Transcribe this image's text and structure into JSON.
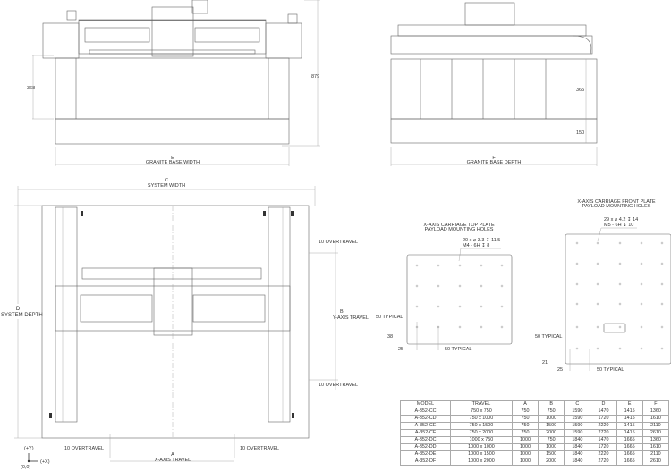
{
  "front_view": {
    "height_base": "368",
    "height_total": "879",
    "dim_letter": "E",
    "dim_label": "GRANITE BASE WIDTH"
  },
  "side_view": {
    "height_top": "365",
    "height_base": "150",
    "dim_letter": "F",
    "dim_label": "GRANITE BASE DEPTH"
  },
  "top_view": {
    "width_letter": "C",
    "width_label": "SYSTEM WIDTH",
    "depth_letter": "D",
    "depth_label": "SYSTEM DEPTH",
    "y_letter": "B",
    "y_label": "Y-AXIS TRAVEL",
    "x_letter": "A",
    "x_label": "X-AXIS TRAVEL",
    "overtravel": "10 OVERTRAVEL",
    "axis_y": "(+Y)",
    "axis_x": "(+X)",
    "origin": "(0,0)"
  },
  "top_plate": {
    "title1": "X-AXIS CARRIAGE TOP PLATE",
    "title2": "PAYLOAD MOUNTING HOLES",
    "spec1": "20 x ⌀ 3.3 ↧ 11.5",
    "spec2": "M4 - 6H ↧ 8",
    "dim_25": "25",
    "dim_38": "38",
    "typical_v": "50 TYPICAL",
    "typical_h": "50 TYPICAL"
  },
  "front_plate": {
    "title1": "X-AXIS CARRIAGE FRONT PLATE",
    "title2": "PAYLOAD MOUNTING HOLES",
    "spec1": "29 x ⌀ 4.2 ↧ 14",
    "spec2": "M5 - 6H ↧ 10",
    "dim_25": "25",
    "dim_21": "21",
    "typical_v": "50 TYPICAL",
    "typical_h": "50 TYPICAL"
  },
  "table": {
    "headers": [
      "MODEL",
      "TRAVEL",
      "A",
      "B",
      "C",
      "D",
      "E",
      "F"
    ],
    "rows": [
      [
        "A-352-CC",
        "750 x 750",
        "750",
        "750",
        "1590",
        "1470",
        "1415",
        "1360"
      ],
      [
        "A-352-CD",
        "750 x 1000",
        "750",
        "1000",
        "1590",
        "1720",
        "1415",
        "1610"
      ],
      [
        "A-352-CE",
        "750 x 1500",
        "750",
        "1500",
        "1590",
        "2220",
        "1415",
        "2110"
      ],
      [
        "A-352-CF",
        "750 x 2000",
        "750",
        "2000",
        "1590",
        "2720",
        "1415",
        "2610"
      ],
      [
        "A-352-DC",
        "1000 x 750",
        "1000",
        "750",
        "1840",
        "1470",
        "1665",
        "1360"
      ],
      [
        "A-352-DD",
        "1000 x 1000",
        "1000",
        "1000",
        "1840",
        "1720",
        "1665",
        "1610"
      ],
      [
        "A-352-DE",
        "1000 x 1500",
        "1000",
        "1500",
        "1840",
        "2220",
        "1665",
        "2110"
      ],
      [
        "A-352-DF",
        "1000 x 2000",
        "1000",
        "2000",
        "1840",
        "2720",
        "1665",
        "2610"
      ]
    ]
  }
}
